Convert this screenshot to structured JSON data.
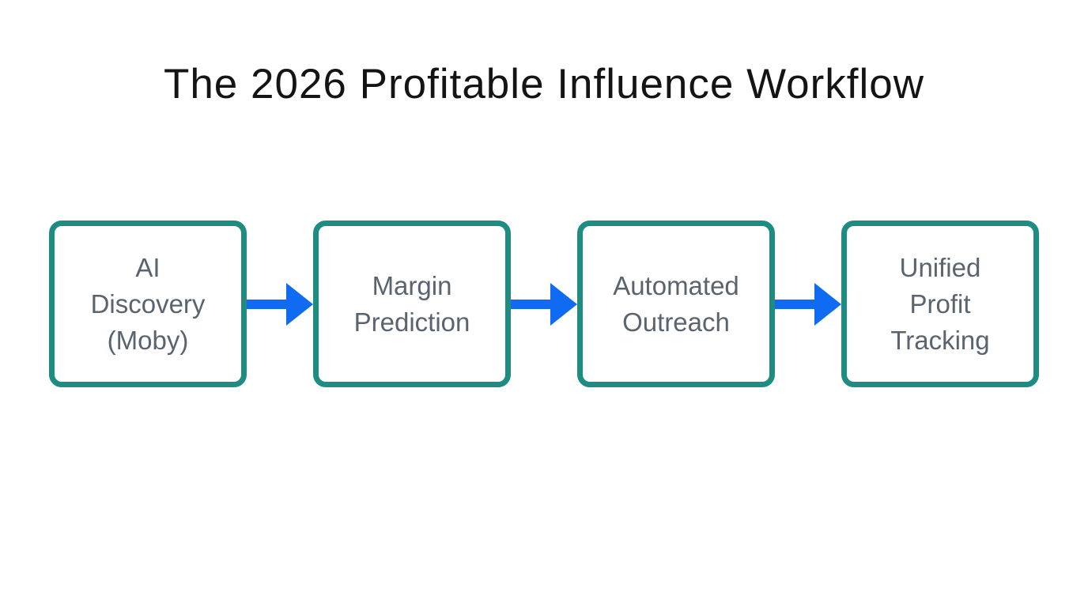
{
  "title": "The 2026 Profitable Influence Workflow",
  "steps": [
    {
      "id": "ai-discovery",
      "label": "AI Discovery (Moby)",
      "lines": [
        "AI",
        "Discovery",
        "(Moby)"
      ]
    },
    {
      "id": "margin-prediction",
      "label": "Margin Prediction",
      "lines": [
        "Margin",
        "Prediction"
      ]
    },
    {
      "id": "automated-outreach",
      "label": "Automated Outreach",
      "lines": [
        "Automated",
        "Outreach"
      ]
    },
    {
      "id": "unified-profit-tracking",
      "label": "Unified Profit Tracking",
      "lines": [
        "Unified",
        "Profit",
        "Tracking"
      ]
    }
  ],
  "arrows": [
    {
      "from": "ai-discovery",
      "to": "margin-prediction"
    },
    {
      "from": "margin-prediction",
      "to": "automated-outreach"
    },
    {
      "from": "automated-outreach",
      "to": "unified-profit-tracking"
    }
  ],
  "colors": {
    "box-border": "#1e8c81",
    "arrow-blue": "#0f6cf2",
    "step-text": "#5a646e",
    "title-text": "#141414",
    "background": "#ffffff"
  }
}
